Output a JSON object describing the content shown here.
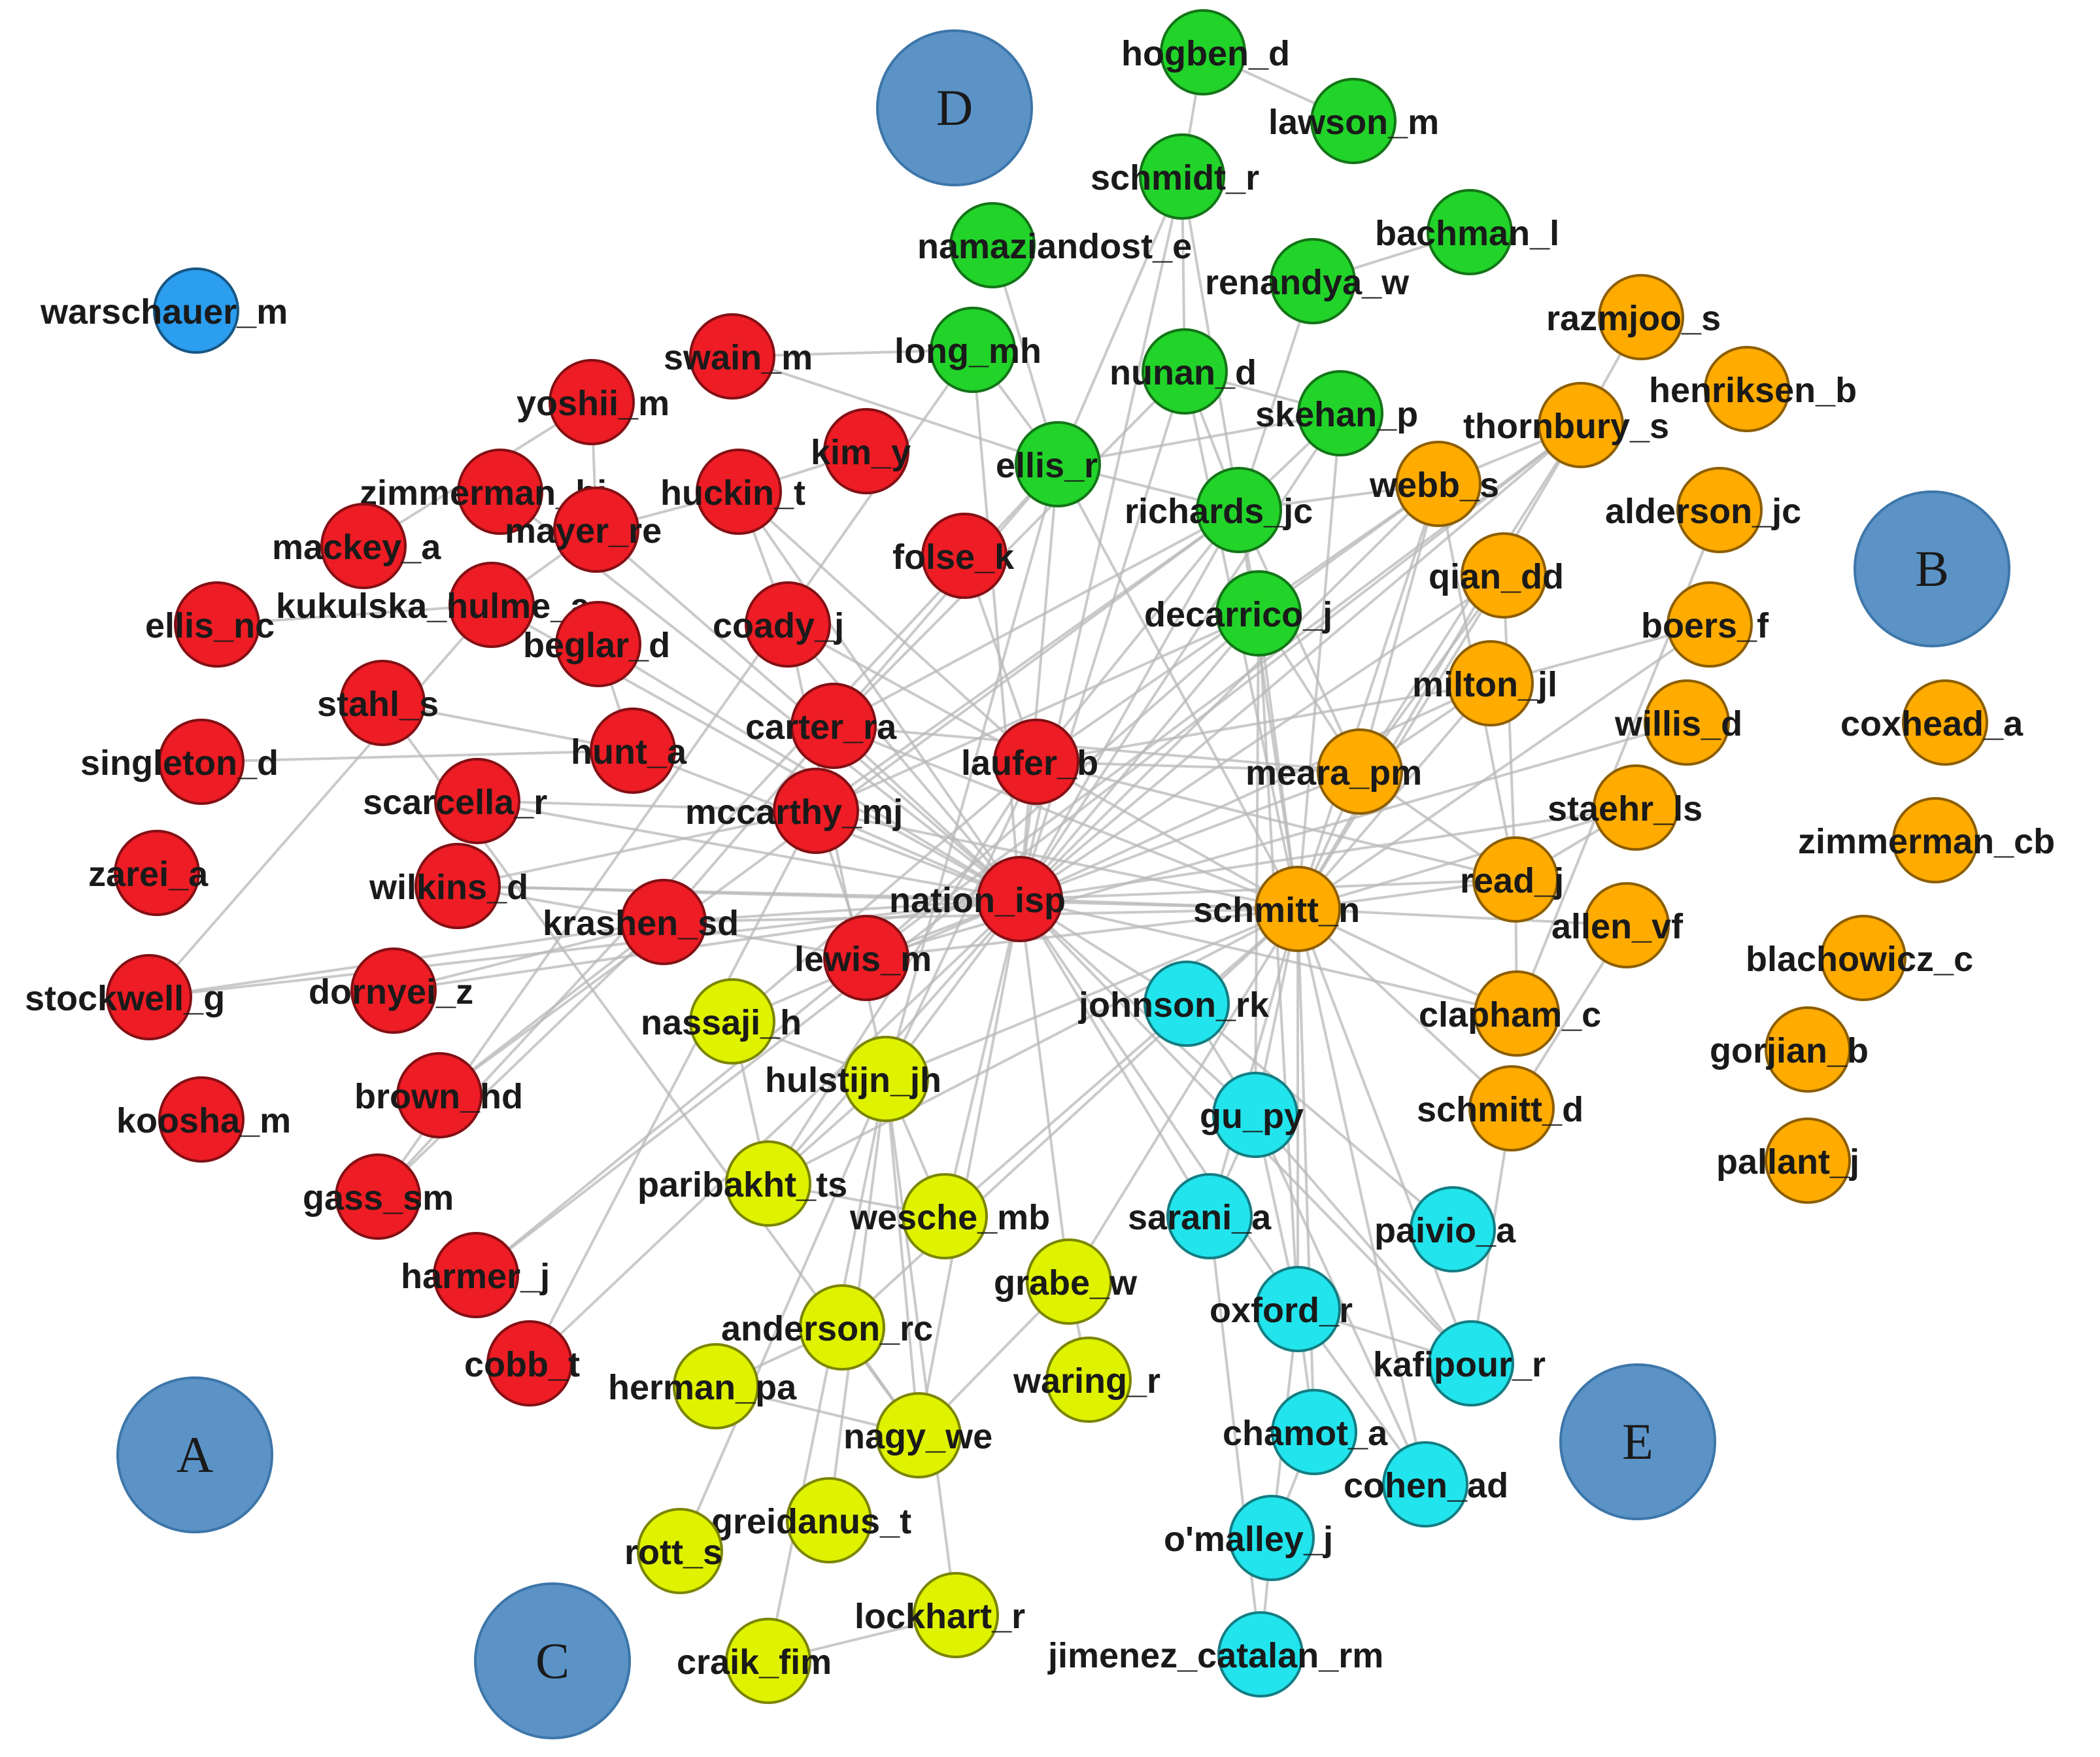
{
  "colors": {
    "red": "#ee1c24",
    "green": "#22d32a",
    "orange": "#ffab00",
    "yellow": "#dff200",
    "cyan": "#22e4ec",
    "blue": "#2b9ef0",
    "cluster": "#5b93c7"
  },
  "clusters": [
    {
      "id": "D",
      "label": "D"
    },
    {
      "id": "B",
      "label": "B"
    },
    {
      "id": "A",
      "label": "A"
    },
    {
      "id": "C",
      "label": "C"
    },
    {
      "id": "E",
      "label": "E"
    }
  ],
  "nodes": [
    {
      "id": "warschauer_m",
      "label": "warschauer_m",
      "group": "blue"
    },
    {
      "id": "swain_m",
      "label": "swain_m",
      "group": "red"
    },
    {
      "id": "yoshii_m",
      "label": "yoshii_m",
      "group": "red"
    },
    {
      "id": "kim_y",
      "label": "kim_y",
      "group": "red"
    },
    {
      "id": "zimmerman_bj",
      "label": "zimmerman_bj",
      "group": "red"
    },
    {
      "id": "huckin_t",
      "label": "huckin_t",
      "group": "red"
    },
    {
      "id": "mayer_re",
      "label": "mayer_re",
      "group": "red"
    },
    {
      "id": "mackey_a",
      "label": "mackey_a",
      "group": "red"
    },
    {
      "id": "folse_k",
      "label": "folse_k",
      "group": "red"
    },
    {
      "id": "kukulska_hulme_a",
      "label": "kukulska_hulme_a",
      "group": "red"
    },
    {
      "id": "ellis_nc",
      "label": "ellis_nc",
      "group": "red"
    },
    {
      "id": "coady_j",
      "label": "coady_j",
      "group": "red"
    },
    {
      "id": "beglar_d",
      "label": "beglar_d",
      "group": "red"
    },
    {
      "id": "stahl_s",
      "label": "stahl_s",
      "group": "red"
    },
    {
      "id": "carter_ra",
      "label": "carter_ra",
      "group": "red"
    },
    {
      "id": "singleton_d",
      "label": "singleton_d",
      "group": "red"
    },
    {
      "id": "hunt_a",
      "label": "hunt_a",
      "group": "red"
    },
    {
      "id": "laufer_b",
      "label": "laufer_b",
      "group": "red"
    },
    {
      "id": "scarcella_r",
      "label": "scarcella_r",
      "group": "red"
    },
    {
      "id": "mccarthy_mj",
      "label": "mccarthy_mj",
      "group": "red"
    },
    {
      "id": "zarei_a",
      "label": "zarei_a",
      "group": "red"
    },
    {
      "id": "wilkins_d",
      "label": "wilkins_d",
      "group": "red"
    },
    {
      "id": "nation_isp",
      "label": "nation_isp",
      "group": "red"
    },
    {
      "id": "krashen_sd",
      "label": "krashen_sd",
      "group": "red"
    },
    {
      "id": "lewis_m",
      "label": "lewis_m",
      "group": "red"
    },
    {
      "id": "stockwell_g",
      "label": "stockwell_g",
      "group": "red"
    },
    {
      "id": "dornyei_z",
      "label": "dornyei_z",
      "group": "red"
    },
    {
      "id": "brown_hd",
      "label": "brown_hd",
      "group": "red"
    },
    {
      "id": "koosha_m",
      "label": "koosha_m",
      "group": "red"
    },
    {
      "id": "gass_sm",
      "label": "gass_sm",
      "group": "red"
    },
    {
      "id": "harmer_j",
      "label": "harmer_j",
      "group": "red"
    },
    {
      "id": "cobb_t",
      "label": "cobb_t",
      "group": "red"
    },
    {
      "id": "hogben_d",
      "label": "hogben_d",
      "group": "green"
    },
    {
      "id": "lawson_m",
      "label": "lawson_m",
      "group": "green"
    },
    {
      "id": "schmidt_r",
      "label": "schmidt_r",
      "group": "green"
    },
    {
      "id": "bachman_l",
      "label": "bachman_l",
      "group": "green"
    },
    {
      "id": "namaziandost_e",
      "label": "namaziandost_e",
      "group": "green"
    },
    {
      "id": "renandya_w",
      "label": "renandya_w",
      "group": "green"
    },
    {
      "id": "long_mh",
      "label": "long_mh",
      "group": "green"
    },
    {
      "id": "nunan_d",
      "label": "nunan_d",
      "group": "green"
    },
    {
      "id": "skehan_p",
      "label": "skehan_p",
      "group": "green"
    },
    {
      "id": "ellis_r",
      "label": "ellis_r",
      "group": "green"
    },
    {
      "id": "richards_jc",
      "label": "richards_jc",
      "group": "green"
    },
    {
      "id": "decarrico_j",
      "label": "decarrico_j",
      "group": "green"
    },
    {
      "id": "razmjoo_s",
      "label": "razmjoo_s",
      "group": "orange"
    },
    {
      "id": "henriksen_b",
      "label": "henriksen_b",
      "group": "orange"
    },
    {
      "id": "thornbury_s",
      "label": "thornbury_s",
      "group": "orange"
    },
    {
      "id": "webb_s",
      "label": "webb_s",
      "group": "orange"
    },
    {
      "id": "alderson_jc",
      "label": "alderson_jc",
      "group": "orange"
    },
    {
      "id": "qian_dd",
      "label": "qian_dd",
      "group": "orange"
    },
    {
      "id": "boers_f",
      "label": "boers_f",
      "group": "orange"
    },
    {
      "id": "milton_jl",
      "label": "milton_jl",
      "group": "orange"
    },
    {
      "id": "willis_d",
      "label": "willis_d",
      "group": "orange"
    },
    {
      "id": "coxhead_a",
      "label": "coxhead_a",
      "group": "orange"
    },
    {
      "id": "meara_pm",
      "label": "meara_pm",
      "group": "orange"
    },
    {
      "id": "staehr_ls",
      "label": "staehr_ls",
      "group": "orange"
    },
    {
      "id": "zimmerman_cb",
      "label": "zimmerman_cb",
      "group": "orange"
    },
    {
      "id": "read_j",
      "label": "read_j",
      "group": "orange"
    },
    {
      "id": "schmitt_n",
      "label": "schmitt_n",
      "group": "orange"
    },
    {
      "id": "allen_vf",
      "label": "allen_vf",
      "group": "orange"
    },
    {
      "id": "blachowicz_c",
      "label": "blachowicz_c",
      "group": "orange"
    },
    {
      "id": "clapham_c",
      "label": "clapham_c",
      "group": "orange"
    },
    {
      "id": "gorjian_b",
      "label": "gorjian_b",
      "group": "orange"
    },
    {
      "id": "schmitt_d",
      "label": "schmitt_d",
      "group": "orange"
    },
    {
      "id": "pallant_j",
      "label": "pallant_j",
      "group": "orange"
    },
    {
      "id": "nassaji_h",
      "label": "nassaji_h",
      "group": "yellow"
    },
    {
      "id": "hulstijn_jh",
      "label": "hulstijn_jh",
      "group": "yellow"
    },
    {
      "id": "paribakht_ts",
      "label": "paribakht_ts",
      "group": "yellow"
    },
    {
      "id": "wesche_mb",
      "label": "wesche_mb",
      "group": "yellow"
    },
    {
      "id": "grabe_w",
      "label": "grabe_w",
      "group": "yellow"
    },
    {
      "id": "anderson_rc",
      "label": "anderson_rc",
      "group": "yellow"
    },
    {
      "id": "waring_r",
      "label": "waring_r",
      "group": "yellow"
    },
    {
      "id": "herman_pa",
      "label": "herman_pa",
      "group": "yellow"
    },
    {
      "id": "nagy_we",
      "label": "nagy_we",
      "group": "yellow"
    },
    {
      "id": "greidanus_t",
      "label": "greidanus_t",
      "group": "yellow"
    },
    {
      "id": "rott_s",
      "label": "rott_s",
      "group": "yellow"
    },
    {
      "id": "lockhart_r",
      "label": "lockhart_r",
      "group": "yellow"
    },
    {
      "id": "craik_fim",
      "label": "craik_fim",
      "group": "yellow"
    },
    {
      "id": "johnson_rk",
      "label": "johnson_rk",
      "group": "cyan"
    },
    {
      "id": "gu_py",
      "label": "gu_py",
      "group": "cyan"
    },
    {
      "id": "sarani_a",
      "label": "sarani_a",
      "group": "cyan"
    },
    {
      "id": "paivio_a",
      "label": "paivio_a",
      "group": "cyan"
    },
    {
      "id": "oxford_r",
      "label": "oxford_r",
      "group": "cyan"
    },
    {
      "id": "kafipour_r",
      "label": "kafipour_r",
      "group": "cyan"
    },
    {
      "id": "chamot_a",
      "label": "chamot_a",
      "group": "cyan"
    },
    {
      "id": "cohen_ad",
      "label": "cohen_ad",
      "group": "cyan"
    },
    {
      "id": "omalley_j",
      "label": "o'malley_j",
      "group": "cyan"
    },
    {
      "id": "jimenez_catalan_rm",
      "label": "jimenez_catalan_rm",
      "group": "cyan"
    }
  ],
  "edges": [
    [
      "nation_isp",
      "laufer_b"
    ],
    [
      "nation_isp",
      "schmitt_n"
    ],
    [
      "nation_isp",
      "meara_pm"
    ],
    [
      "nation_isp",
      "webb_s"
    ],
    [
      "nation_isp",
      "richards_jc"
    ],
    [
      "nation_isp",
      "decarrico_j"
    ],
    [
      "nation_isp",
      "ellis_r"
    ],
    [
      "nation_isp",
      "huckin_t"
    ],
    [
      "nation_isp",
      "coady_j"
    ],
    [
      "nation_isp",
      "carter_ra"
    ],
    [
      "nation_isp",
      "mccarthy_mj"
    ],
    [
      "nation_isp",
      "lewis_m"
    ],
    [
      "nation_isp",
      "krashen_sd"
    ],
    [
      "nation_isp",
      "hulstijn_jh"
    ],
    [
      "nation_isp",
      "nassaji_h"
    ],
    [
      "nation_isp",
      "paribakht_ts"
    ],
    [
      "nation_isp",
      "wesche_mb"
    ],
    [
      "nation_isp",
      "gu_py"
    ],
    [
      "nation_isp",
      "johnson_rk"
    ],
    [
      "nation_isp",
      "read_j"
    ],
    [
      "nation_isp",
      "milton_jl"
    ],
    [
      "nation_isp",
      "qian_dd"
    ],
    [
      "nation_isp",
      "thornbury_s"
    ],
    [
      "nation_isp",
      "schmidt_r"
    ],
    [
      "nation_isp",
      "nunan_d"
    ],
    [
      "nation_isp",
      "wilkins_d"
    ],
    [
      "nation_isp",
      "beglar_d"
    ],
    [
      "nation_isp",
      "hunt_a"
    ],
    [
      "nation_isp",
      "zimmerman_bj"
    ],
    [
      "nation_isp",
      "mayer_re"
    ],
    [
      "nation_isp",
      "dornyei_z"
    ],
    [
      "nation_isp",
      "stockwell_g"
    ],
    [
      "nation_isp",
      "scarcella_r"
    ],
    [
      "nation_isp",
      "staehr_ls"
    ],
    [
      "nation_isp",
      "oxford_r"
    ],
    [
      "nation_isp",
      "cobb_t"
    ],
    [
      "nation_isp",
      "grabe_w"
    ],
    [
      "nation_isp",
      "nagy_we"
    ],
    [
      "nation_isp",
      "clapham_c"
    ],
    [
      "nation_isp",
      "sarani_a"
    ],
    [
      "nation_isp",
      "kafipour_r"
    ],
    [
      "nation_isp",
      "skehan_p"
    ],
    [
      "nation_isp",
      "long_mh"
    ],
    [
      "nation_isp",
      "kukulska_hulme_a"
    ],
    [
      "laufer_b",
      "schmitt_n"
    ],
    [
      "laufer_b",
      "hulstijn_jh"
    ],
    [
      "laufer_b",
      "meara_pm"
    ],
    [
      "laufer_b",
      "webb_s"
    ],
    [
      "laufer_b",
      "paribakht_ts"
    ],
    [
      "laufer_b",
      "read_j"
    ],
    [
      "laufer_b",
      "coady_j"
    ],
    [
      "laufer_b",
      "huckin_t"
    ],
    [
      "laufer_b",
      "milton_jl"
    ],
    [
      "laufer_b",
      "richards_jc"
    ],
    [
      "laufer_b",
      "folse_k"
    ],
    [
      "laufer_b",
      "nassaji_h"
    ],
    [
      "schmitt_n",
      "meara_pm"
    ],
    [
      "schmitt_n",
      "webb_s"
    ],
    [
      "schmitt_n",
      "read_j"
    ],
    [
      "schmitt_n",
      "qian_dd"
    ],
    [
      "schmitt_n",
      "milton_jl"
    ],
    [
      "schmitt_n",
      "gu_py"
    ],
    [
      "schmitt_n",
      "oxford_r"
    ],
    [
      "schmitt_n",
      "richards_jc"
    ],
    [
      "schmitt_n",
      "decarrico_j"
    ],
    [
      "schmitt_n",
      "mccarthy_mj"
    ],
    [
      "schmitt_n",
      "carter_ra"
    ],
    [
      "schmitt_n",
      "lewis_m"
    ],
    [
      "schmitt_n",
      "hulstijn_jh"
    ],
    [
      "schmitt_n",
      "wesche_mb"
    ],
    [
      "schmitt_n",
      "paribakht_ts"
    ],
    [
      "schmitt_n",
      "allen_vf"
    ],
    [
      "schmitt_n",
      "schmitt_d"
    ],
    [
      "schmitt_n",
      "clapham_c"
    ],
    [
      "schmitt_n",
      "staehr_ls"
    ],
    [
      "schmitt_n",
      "nunan_d"
    ],
    [
      "schmitt_n",
      "thornbury_s"
    ],
    [
      "schmitt_n",
      "boers_f"
    ],
    [
      "schmitt_n",
      "kafipour_r"
    ],
    [
      "schmitt_n",
      "cohen_ad"
    ],
    [
      "schmitt_n",
      "chamot_a"
    ],
    [
      "schmitt_n",
      "sarani_a"
    ],
    [
      "schmitt_n",
      "ellis_r"
    ],
    [
      "schmitt_n",
      "grabe_w"
    ],
    [
      "schmitt_n",
      "anderson_rc"
    ],
    [
      "schmitt_n",
      "krashen_sd"
    ],
    [
      "schmitt_n",
      "wilkins_d"
    ],
    [
      "schmitt_n",
      "skehan_p"
    ],
    [
      "meara_pm",
      "webb_s"
    ],
    [
      "meara_pm",
      "read_j"
    ],
    [
      "meara_pm",
      "milton_jl"
    ],
    [
      "meara_pm",
      "qian_dd"
    ],
    [
      "meara_pm",
      "richards_jc"
    ],
    [
      "meara_pm",
      "decarrico_j"
    ],
    [
      "meara_pm",
      "thornbury_s"
    ],
    [
      "meara_pm",
      "carter_ra"
    ],
    [
      "webb_s",
      "read_j"
    ],
    [
      "webb_s",
      "richards_jc"
    ],
    [
      "webb_s",
      "thornbury_s"
    ],
    [
      "webb_s",
      "decarrico_j"
    ],
    [
      "richards_jc",
      "ellis_r"
    ],
    [
      "richards_jc",
      "nunan_d"
    ],
    [
      "richards_jc",
      "schmidt_r"
    ],
    [
      "richards_jc",
      "renandya_w"
    ],
    [
      "richards_jc",
      "skehan_p"
    ],
    [
      "richards_jc",
      "decarrico_j"
    ],
    [
      "richards_jc",
      "mccarthy_mj"
    ],
    [
      "richards_jc",
      "carter_ra"
    ],
    [
      "decarrico_j",
      "lewis_m"
    ],
    [
      "decarrico_j",
      "mccarthy_mj"
    ],
    [
      "decarrico_j",
      "gu_py"
    ],
    [
      "decarrico_j",
      "oxford_r"
    ],
    [
      "ellis_r",
      "long_mh"
    ],
    [
      "ellis_r",
      "skehan_p"
    ],
    [
      "ellis_r",
      "schmidt_r"
    ],
    [
      "ellis_r",
      "krashen_sd"
    ],
    [
      "ellis_r",
      "namaziandost_e"
    ],
    [
      "ellis_r",
      "swain_m"
    ],
    [
      "ellis_r",
      "gass_sm"
    ],
    [
      "ellis_r",
      "hulstijn_jh"
    ],
    [
      "schmidt_r",
      "nunan_d"
    ],
    [
      "schmidt_r",
      "hogben_d"
    ],
    [
      "renandya_w",
      "bachman_l"
    ],
    [
      "lawson_m",
      "hogben_d"
    ],
    [
      "nunan_d",
      "skehan_p"
    ],
    [
      "nunan_d",
      "carter_ra"
    ],
    [
      "long_mh",
      "swain_m"
    ],
    [
      "long_mh",
      "gass_sm"
    ],
    [
      "huckin_t",
      "coady_j"
    ],
    [
      "huckin_t",
      "mayer_re"
    ],
    [
      "huckin_t",
      "kim_y"
    ],
    [
      "coady_j",
      "hulstijn_jh"
    ],
    [
      "mccarthy_mj",
      "carter_ra"
    ],
    [
      "mccarthy_mj",
      "lewis_m"
    ],
    [
      "mccarthy_mj",
      "wilkins_d"
    ],
    [
      "mccarthy_mj",
      "scarcella_r"
    ],
    [
      "krashen_sd",
      "dornyei_z"
    ],
    [
      "krashen_sd",
      "brown_hd"
    ],
    [
      "krashen_sd",
      "stockwell_g"
    ],
    [
      "krashen_sd",
      "gass_sm"
    ],
    [
      "lewis_m",
      "wilkins_d"
    ],
    [
      "lewis_m",
      "harmer_j"
    ],
    [
      "lewis_m",
      "thornbury_s"
    ],
    [
      "lewis_m",
      "willis_d"
    ],
    [
      "beglar_d",
      "hunt_a"
    ],
    [
      "hunt_a",
      "singleton_d"
    ],
    [
      "hunt_a",
      "stahl_s"
    ],
    [
      "mayer_re",
      "kukulska_hulme_a"
    ],
    [
      "mayer_re",
      "yoshii_m"
    ],
    [
      "yoshii_m",
      "mackey_a"
    ],
    [
      "kukulska_hulme_a",
      "ellis_nc"
    ],
    [
      "kukulska_hulme_a",
      "stockwell_g"
    ],
    [
      "hulstijn_jh",
      "nassaji_h"
    ],
    [
      "hulstijn_jh",
      "paribakht_ts"
    ],
    [
      "hulstijn_jh",
      "wesche_mb"
    ],
    [
      "hulstijn_jh",
      "greidanus_t"
    ],
    [
      "hulstijn_jh",
      "rott_s"
    ],
    [
      "hulstijn_jh",
      "lockhart_r"
    ],
    [
      "hulstijn_jh",
      "craik_fim"
    ],
    [
      "hulstijn_jh",
      "nagy_we"
    ],
    [
      "paribakht_ts",
      "wesche_mb"
    ],
    [
      "paribakht_ts",
      "nassaji_h"
    ],
    [
      "nagy_we",
      "herman_pa"
    ],
    [
      "nagy_we",
      "anderson_rc"
    ],
    [
      "nagy_we",
      "grabe_w"
    ],
    [
      "grabe_w",
      "waring_r"
    ],
    [
      "lockhart_r",
      "craik_fim"
    ],
    [
      "anderson_rc",
      "herman_pa"
    ],
    [
      "gu_py",
      "johnson_rk"
    ],
    [
      "gu_py",
      "oxford_r"
    ],
    [
      "gu_py",
      "sarani_a"
    ],
    [
      "gu_py",
      "kafipour_r"
    ],
    [
      "gu_py",
      "cohen_ad"
    ],
    [
      "oxford_r",
      "chamot_a"
    ],
    [
      "oxford_r",
      "omalley_j"
    ],
    [
      "oxford_r",
      "cohen_ad"
    ],
    [
      "oxford_r",
      "kafipour_r"
    ],
    [
      "chamot_a",
      "omalley_j"
    ],
    [
      "omalley_j",
      "jimenez_catalan_rm"
    ],
    [
      "johnson_rk",
      "paivio_a"
    ],
    [
      "sarani_a",
      "jimenez_catalan_rm"
    ],
    [
      "read_j",
      "clapham_c"
    ],
    [
      "read_j",
      "qian_dd"
    ],
    [
      "read_j",
      "staehr_ls"
    ],
    [
      "milton_jl",
      "boers_f"
    ],
    [
      "thornbury_s",
      "razmjoo_s"
    ],
    [
      "clapham_c",
      "alderson_jc"
    ],
    [
      "schmitt_d",
      "kafipour_r"
    ],
    [
      "schmitt_d",
      "allen_vf"
    ],
    [
      "stahl_s",
      "nagy_we"
    ],
    [
      "cobb_t",
      "mccarthy_mj"
    ],
    [
      "brown_hd",
      "richards_jc"
    ],
    [
      "harmer_j",
      "thornbury_s"
    ]
  ]
}
